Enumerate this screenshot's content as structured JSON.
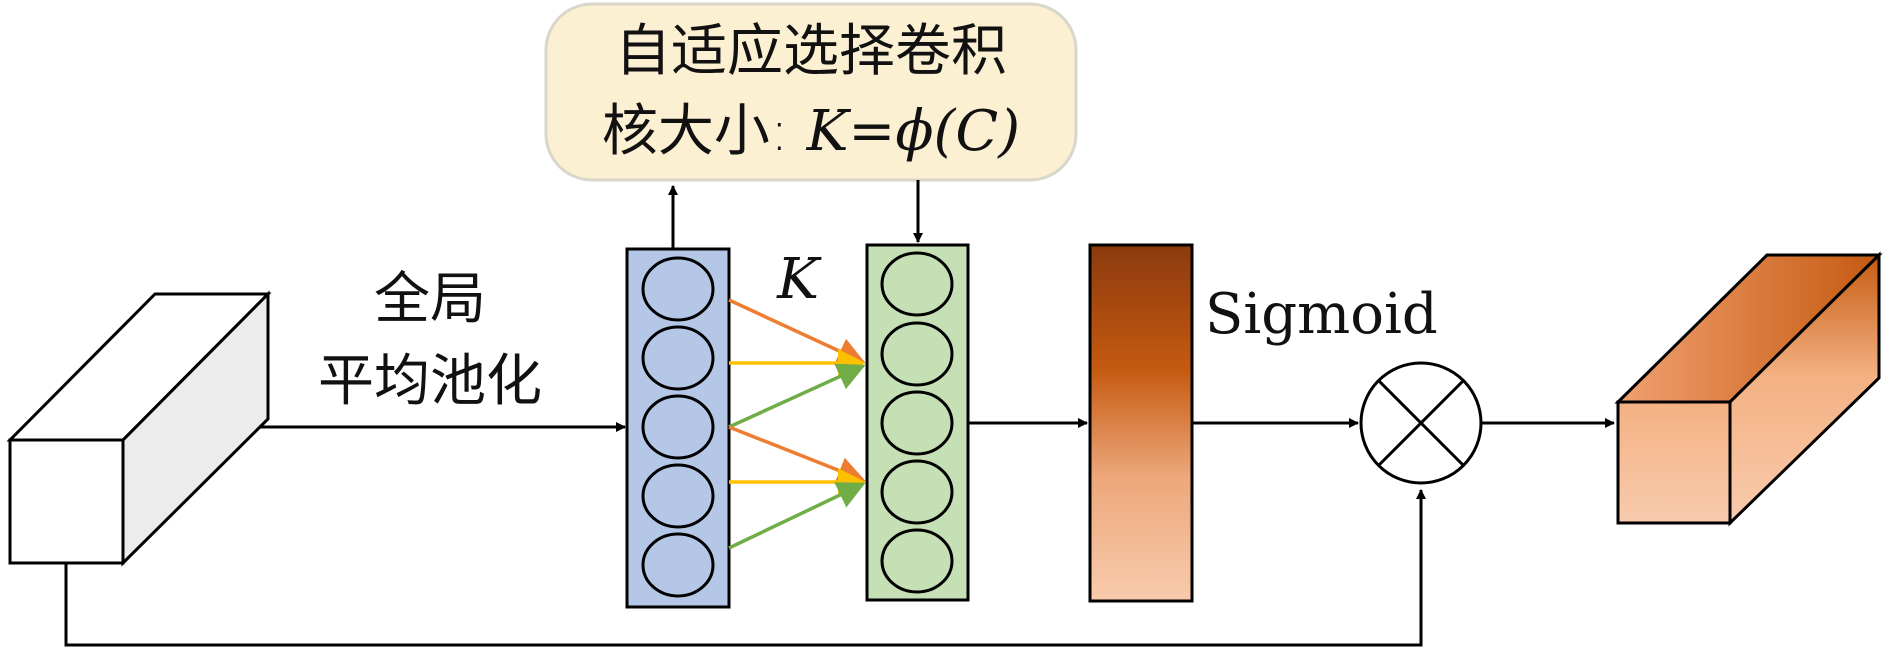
{
  "diagram": {
    "callout": {
      "line1": "自适应选择卷积",
      "line2_prefix": "核大小: ",
      "line2_math": "K=ϕ(C)"
    },
    "gap_label": "全局",
    "gap_label_line2": "平均池化",
    "kernel_label": "K",
    "sigmoid_label": "Sigmoid",
    "multiply_symbol": "⊗",
    "colors": {
      "callout_fill": "#fcf0d2",
      "callout_stroke": "#d9d6cc",
      "blue_column": "#b4c7e7",
      "green_column": "#c5e0b4",
      "orange_arrow": "#ed7d31",
      "yellow_arrow": "#ffc000",
      "green_arrow": "#70ad47",
      "sigmoid_top": "#8b3a0e",
      "sigmoid_mid": "#c55a11",
      "sigmoid_bottom": "#f8cbad"
    }
  }
}
